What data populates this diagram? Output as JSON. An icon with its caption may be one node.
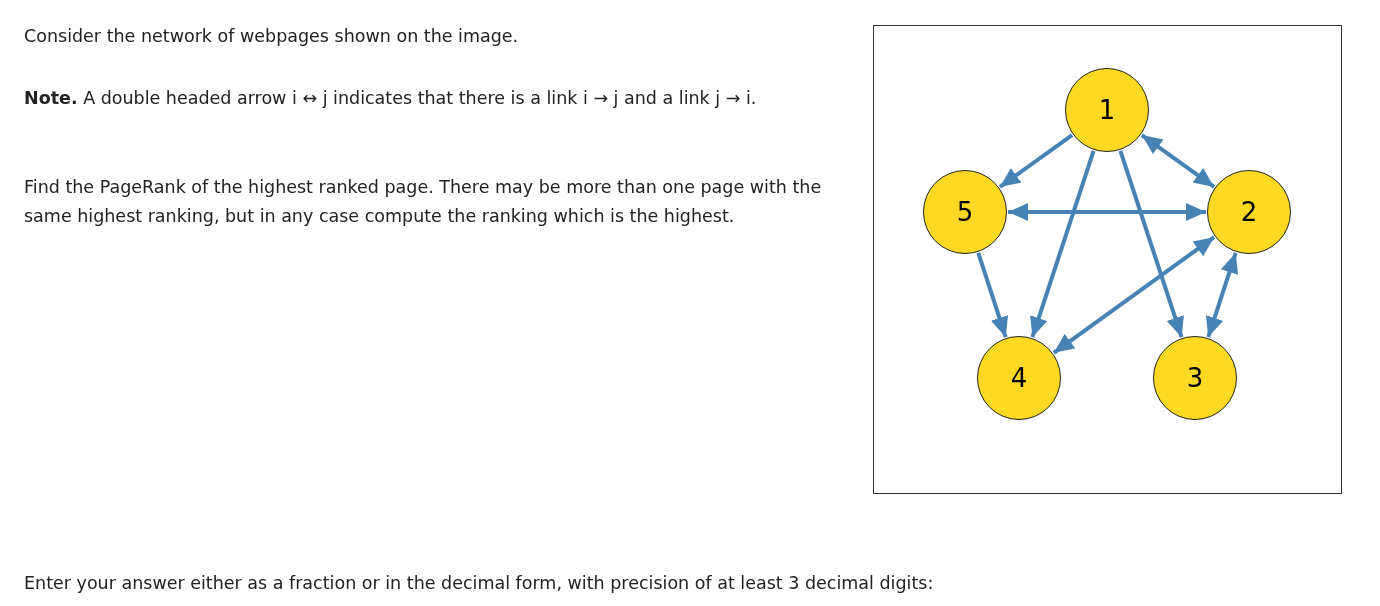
{
  "diagram": {
    "nodes": [
      {
        "text": [
          "1"
        ]
      },
      {
        "text": [
          "5"
        ]
      },
      {
        "text": [
          "2"
        ]
      },
      {
        "text": [
          "4"
        ]
      },
      {
        "text": [
          "3"
        ]
      }
    ],
    "edges": [
      {
        "from": 0,
        "to": 1,
        "arrow": "to"
      },
      {
        "from": 0,
        "to": 2,
        "arrow": "both"
      },
      {
        "from": 1,
        "to": 2,
        "arrow": "both"
      },
      {
        "from": 0,
        "to": 3,
        "arrow": "to"
      },
      {
        "from": 0,
        "to": 4,
        "arrow": "to"
      },
      {
        "from": 1,
        "to": 3,
        "arrow": "to"
      },
      {
        "from": 2,
        "to": 3,
        "arrow": "both"
      },
      {
        "from": 2,
        "to": 4,
        "arrow": "both"
      }
    ],
    "labels": [
      "Consider the network of webpages shown on the image.",
      "**Note.** A double headed arrow i ↔ j indicates that there is a link i → j and a link j → i.",
      "Find the PageRank of the highest ranked page. There may be more than one page with the same highest ranking, but in any case compute the ranking which is the highest.",
      "Enter your answer either as a fraction or in the decimal form, with precision of at least 3 decimal digits:"
    ]
  }
}
